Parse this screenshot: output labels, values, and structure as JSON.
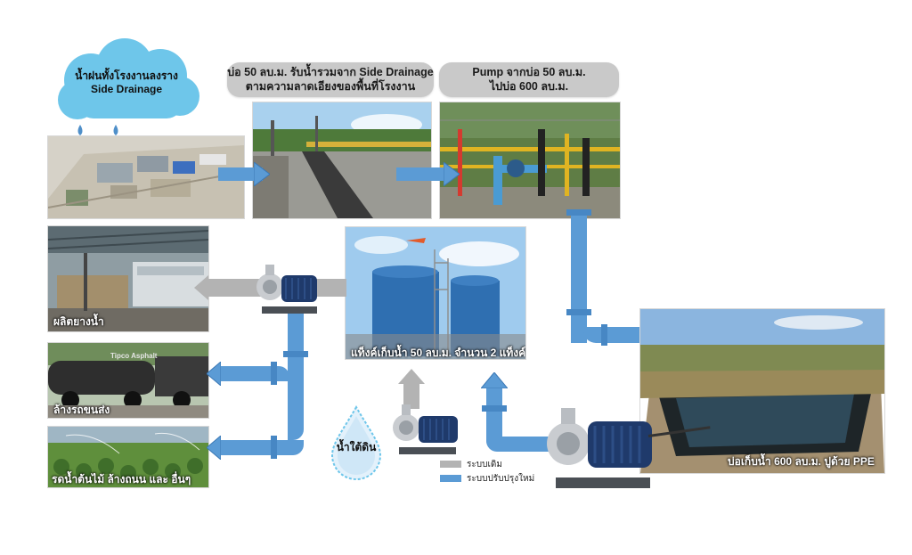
{
  "cloud": {
    "line1": "น้ำฝนทั้งโรงงานลงราง",
    "line2": "Side Drainage"
  },
  "step1": {
    "line1": "บ่อ 50 ลบ.ม. รับน้ำรวมจาก Side Drainage",
    "line2": "ตามความลาดเอียงของพื้นที่โรงงาน"
  },
  "step2": {
    "line1": "Pump จากบ่อ 50 ลบ.ม.",
    "line2": "ไปบ่อ 600 ลบ.ม."
  },
  "photos": {
    "production": "ผลิตยางน้ำ",
    "truck_wash": "ล้างรถขนส่ง",
    "watering": "รดน้ำต้นไม้ ล้างถนน และ อื่นๆ",
    "tank": "แท็งค์เก็บน้ำ 50 ลบ.ม. จำนวน 2 แท็งค์",
    "pond": "บ่อเก็บน้ำ 600 ลบ.ม. ปูด้วย PPE"
  },
  "groundwater": "น้ำใต้ดิน",
  "legend": {
    "old_system": "ระบบเดิม",
    "new_system": "ระบบปรับปรุงใหม่"
  },
  "truck_sign": "Tipco Asphalt",
  "colors": {
    "new_pipe": "#5b9bd5",
    "old_pipe": "#b3b3b3",
    "cloud": "#6ec6ea",
    "pump_body": "#1f3a6b"
  }
}
